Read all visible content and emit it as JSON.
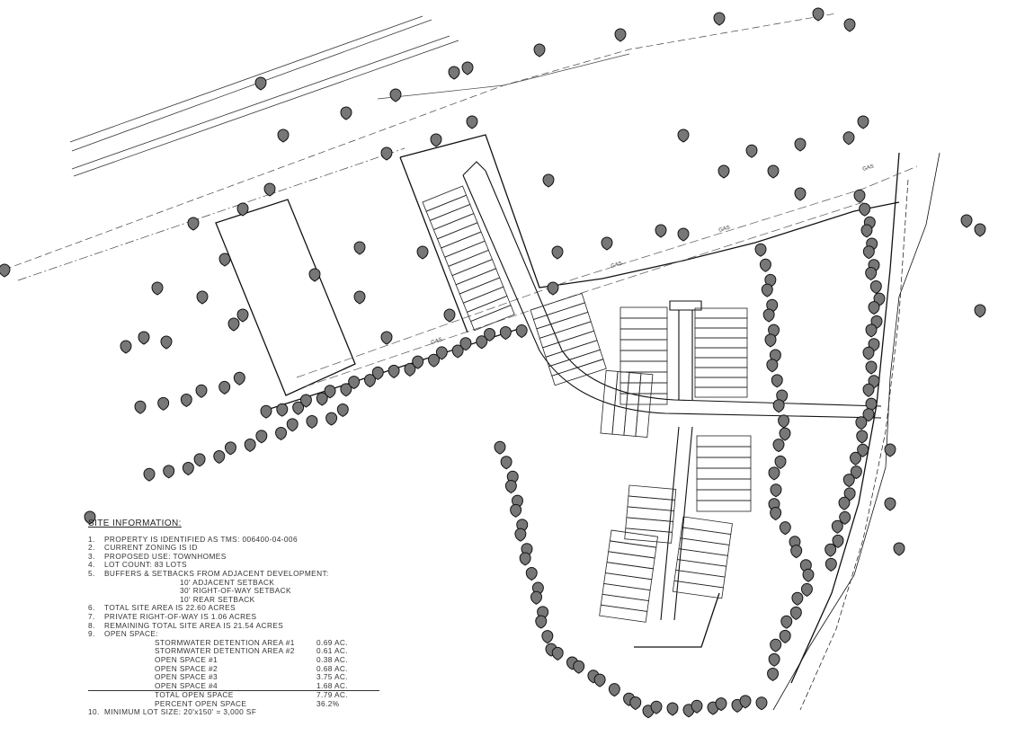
{
  "site_information": {
    "title": "SITE INFORMATION:",
    "items": [
      {
        "num": "1.",
        "text": "PROPERTY IS IDENTIFIED AS TMS:  006400-04-006"
      },
      {
        "num": "2.",
        "text": "CURRENT ZONING IS ID"
      },
      {
        "num": "3.",
        "text": "PROPOSED USE:   TOWNHOMES"
      },
      {
        "num": "4.",
        "text": "LOT COUNT:   83 LOTS"
      },
      {
        "num": "5.",
        "text": "BUFFERS & SETBACKS FROM ADJACENT DEVELOPMENT:"
      }
    ],
    "setbacks": [
      "10' ADJACENT SETBACK",
      "30' RIGHT-OF-WAY SETBACK",
      "10' REAR SETBACK"
    ],
    "items2": [
      {
        "num": "6.",
        "text": "TOTAL SITE AREA IS 22.60 ACRES"
      },
      {
        "num": "7.",
        "text": "PRIVATE RIGHT-OF-WAY IS 1.06 ACRES"
      },
      {
        "num": "8.",
        "text": "REMAINING TOTAL SITE AREA IS 21.54 ACRES"
      },
      {
        "num": "9.",
        "text": "OPEN SPACE:"
      }
    ],
    "open_space": [
      {
        "label": "STORMWATER DETENTION AREA #1",
        "value": "0.69 AC."
      },
      {
        "label": "STORMWATER DETENTION AREA #2",
        "value": "0.61 AC."
      },
      {
        "label": "OPEN SPACE #1",
        "value": "0.38 AC."
      },
      {
        "label": "OPEN SPACE #2",
        "value": "0.68 AC."
      },
      {
        "label": "OPEN SPACE #3",
        "value": "3.75 AC."
      },
      {
        "label": "OPEN SPACE #4",
        "value": "1.68 AC."
      }
    ],
    "total_open_space": {
      "label": "TOTAL OPEN SPACE",
      "value": "7.79 AC."
    },
    "percent_open_space": {
      "label": "PERCENT OPEN SPACE",
      "value": "36.2%"
    },
    "item10": {
      "num": "10.",
      "text": "MINIMUM LOT SIZE:   20'x150' = 3,000 SF"
    }
  },
  "utility_label": "GAS",
  "colors": {
    "tree_fill": "#777777",
    "line": "#222222"
  }
}
